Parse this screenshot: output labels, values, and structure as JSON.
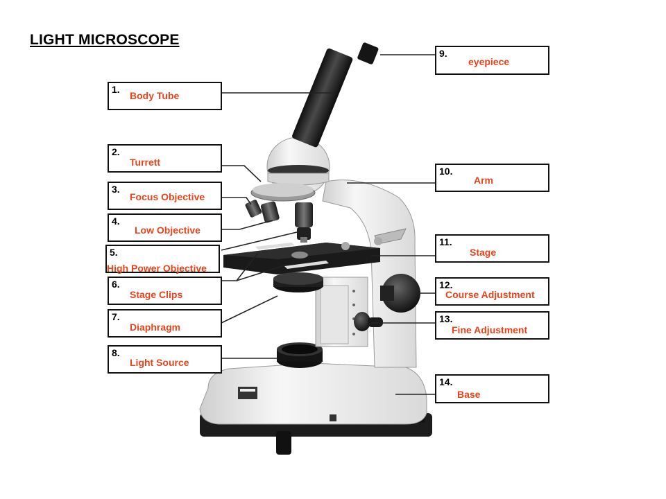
{
  "title": "LIGHT MICROSCOPE",
  "colors": {
    "label_text": "#e8431a",
    "box_border": "#111111",
    "background": "#ffffff"
  },
  "labels": [
    {
      "num": "1.",
      "text": "Body Tube"
    },
    {
      "num": "2.",
      "text": "Turrett"
    },
    {
      "num": "3.",
      "text": "Focus Objective"
    },
    {
      "num": "4.",
      "text": "Low Objective"
    },
    {
      "num": "5.",
      "text": "High Power Objective"
    },
    {
      "num": "6.",
      "text": "Stage Clips"
    },
    {
      "num": "7.",
      "text": "Diaphragm"
    },
    {
      "num": "8.",
      "text": "Light Source"
    },
    {
      "num": "9.",
      "text": "eyepiece"
    },
    {
      "num": "10.",
      "text": "Arm"
    },
    {
      "num": "11.",
      "text": "Stage"
    },
    {
      "num": "12.",
      "text": "Course Adjustment"
    },
    {
      "num": "13.",
      "text": "Fine Adjustment"
    },
    {
      "num": "14.",
      "text": "Base"
    }
  ]
}
